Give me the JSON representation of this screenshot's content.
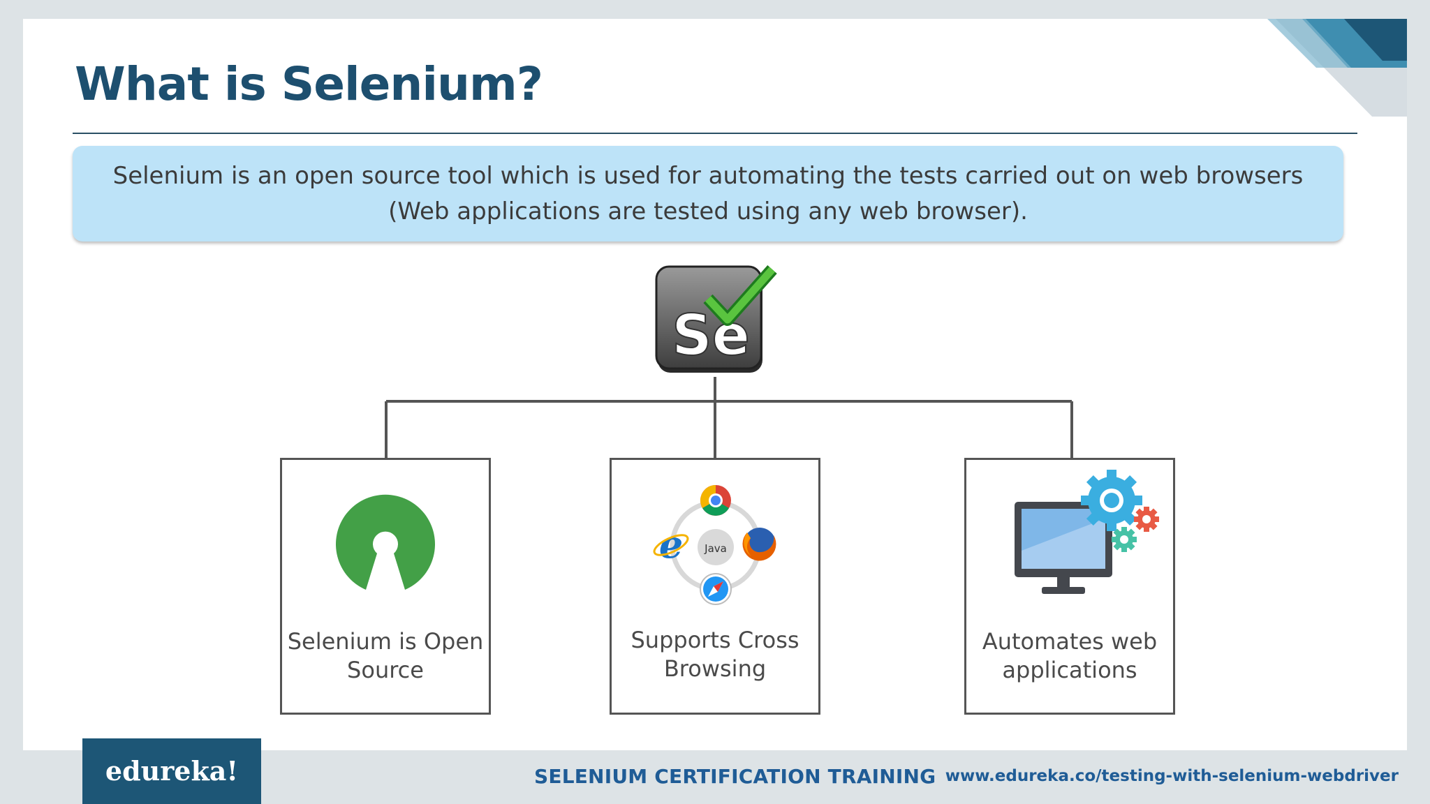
{
  "slide": {
    "title": "What is Selenium?",
    "definition": {
      "line1": "Selenium is an open source tool which is used for automating the tests carried out on web browsers",
      "line2": "(Web applications are tested using any web browser)."
    },
    "center_logo": {
      "icon": "selenium-logo-icon",
      "text": "Se"
    },
    "cards": [
      {
        "label_line1": "Selenium is Open",
        "label_line2": "Source",
        "icon": "open-source-icon"
      },
      {
        "label_line1": "Supports Cross",
        "label_line2": "Browsing",
        "icon": "cross-browser-icon",
        "center_text": "Java"
      },
      {
        "label_line1": "Automates web",
        "label_line2": "applications",
        "icon": "monitor-gears-icon"
      }
    ]
  },
  "footer": {
    "logo": "edureka!",
    "course": "SELENIUM CERTIFICATION TRAINING",
    "url": "www.edureka.co/testing-with-selenium-webdriver"
  },
  "colors": {
    "title": "#1d4f6f",
    "definition_bg": "#bde3f8",
    "footer_logo_bg": "#1d5676",
    "footer_text": "#1f5c96",
    "open_source_green": "#43a047"
  }
}
